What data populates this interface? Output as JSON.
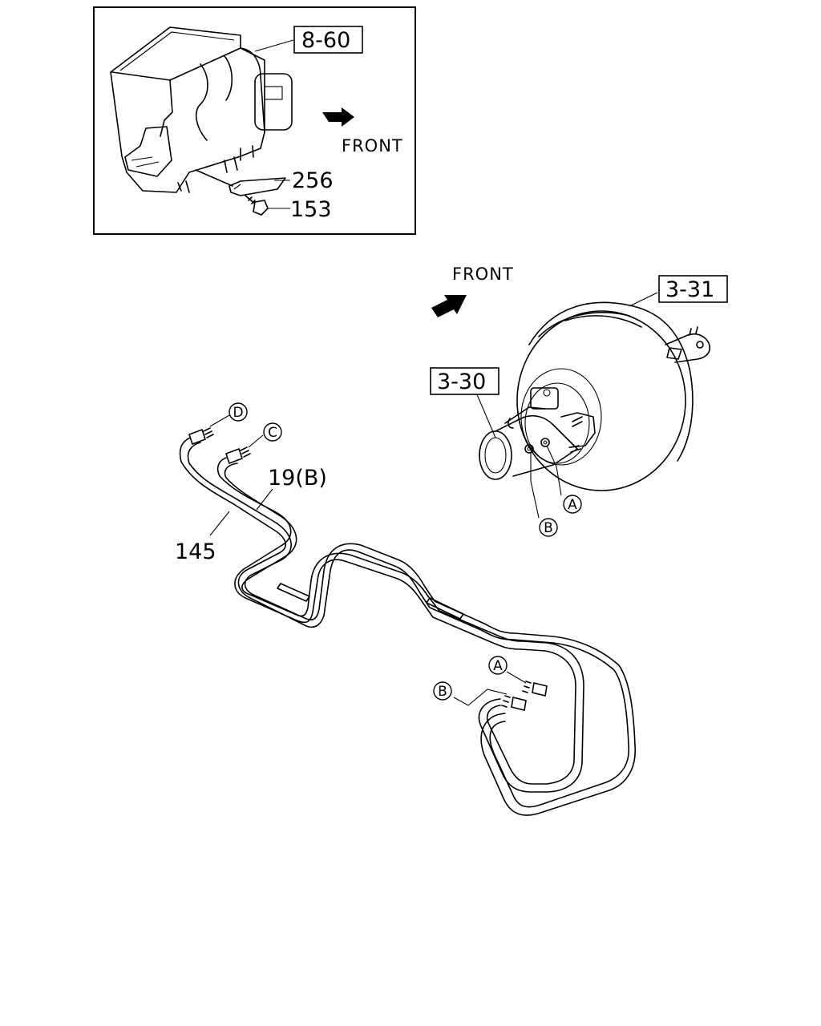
{
  "inset": {
    "ref_label": "8-60",
    "front_label": "FRONT",
    "part_bracket": "256",
    "part_bolt": "153"
  },
  "main": {
    "front_label": "FRONT",
    "ref_booster": "3-31",
    "ref_master_cylinder": "3-30",
    "pipe_label_upper": "19(B)",
    "pipe_label_lower": "145",
    "connectors": {
      "a_top": "A",
      "b_top": "B",
      "c": "C",
      "d": "D",
      "a_bottom": "A",
      "b_bottom": "B"
    }
  }
}
